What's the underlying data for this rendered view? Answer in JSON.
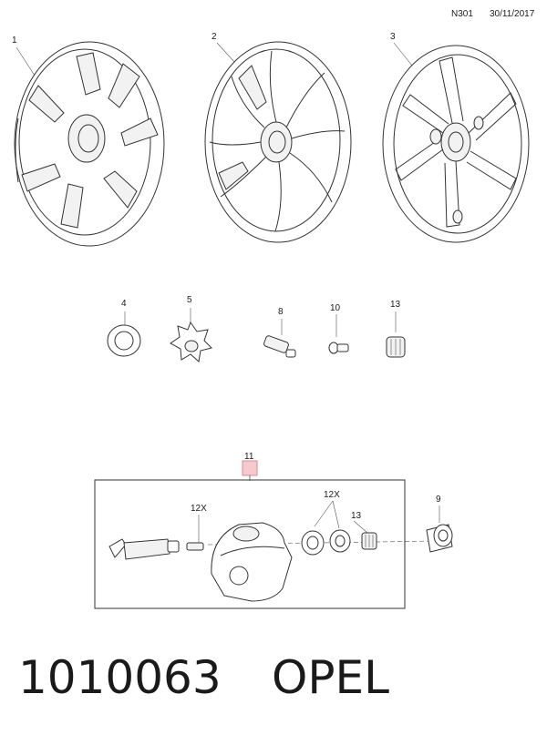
{
  "header": {
    "code": "N301",
    "date": "30/11/2017"
  },
  "callouts": {
    "c1": "1",
    "c2": "2",
    "c3": "3",
    "c4": "4",
    "c5": "5",
    "c8": "8",
    "c10": "10",
    "c13a": "13",
    "c11": "11",
    "c12x_a": "12X",
    "c12x_b": "12X",
    "c13b": "13",
    "c9": "9"
  },
  "footer": {
    "part_number": "1010063",
    "brand": "OPEL"
  }
}
